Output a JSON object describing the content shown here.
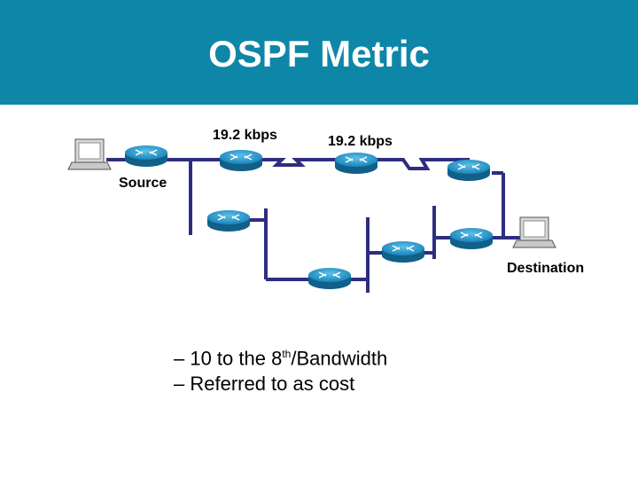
{
  "slide": {
    "title": "OSPF Metric"
  },
  "diagram": {
    "link_label_1": "19.2 kbps",
    "link_label_2": "19.2 kbps",
    "source_label": "Source",
    "destination_label": "Destination"
  },
  "bullets": [
    {
      "prefix": "– 10 to the 8",
      "sup": "th",
      "suffix": "/Bandwidth"
    },
    {
      "text": "– Referred to as cost"
    }
  ],
  "colors": {
    "header": "#0e86a8",
    "link": "#2e2e80",
    "router": "#1e8fc4"
  }
}
